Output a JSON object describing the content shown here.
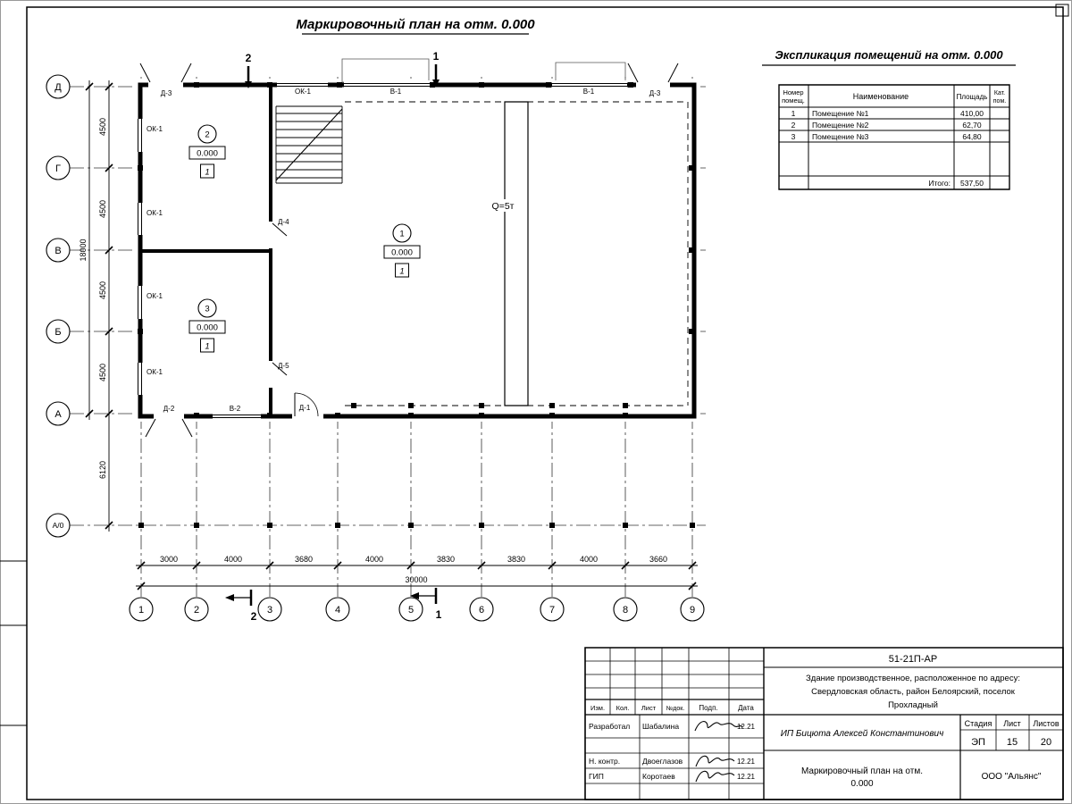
{
  "sheet": {
    "plan_title": "Маркировочный план на отм. 0.000",
    "expl_title": "Экспликация помещений на отм. 0.000"
  },
  "expl_table": {
    "headers": {
      "num1": "Номер",
      "num2": "помещ.",
      "name": "Наименование",
      "area": "Площадь",
      "cat1": "Кат.",
      "cat2": "пом."
    },
    "rows": [
      {
        "num": "1",
        "name": "Помещение №1",
        "area": "410,00"
      },
      {
        "num": "2",
        "name": "Помещение №2",
        "area": "62,70"
      },
      {
        "num": "3",
        "name": "Помещение №3",
        "area": "64,80"
      }
    ],
    "total_label": "Итого:",
    "total_value": "537,50"
  },
  "plan": {
    "axes_h": [
      "Д",
      "Г",
      "В",
      "Б",
      "А",
      "А/0"
    ],
    "axes_v": [
      "1",
      "2",
      "3",
      "4",
      "5",
      "6",
      "7",
      "8",
      "9"
    ],
    "dims_left": [
      "4500",
      "4500",
      "4500",
      "4500",
      "6120"
    ],
    "dim_left_total": "18000",
    "dims_bottom": [
      "3000",
      "4000",
      "3680",
      "4000",
      "3830",
      "3830",
      "4000",
      "3660"
    ],
    "dim_bottom_total": "30000",
    "rooms": [
      {
        "num": "1",
        "elev": "0.000",
        "cat": "1"
      },
      {
        "num": "2",
        "elev": "0.000",
        "cat": "1"
      },
      {
        "num": "3",
        "elev": "0.000",
        "cat": "1"
      }
    ],
    "labels": {
      "ok1": "ОК-1",
      "v1": "В-1",
      "v2": "В-2",
      "d1": "Д-1",
      "d2": "Д-2",
      "d3": "Д-3",
      "d4": "Д-4",
      "d5": "Д-5",
      "crane": "Q=5т"
    },
    "sections": {
      "s1": "1",
      "s2": "2"
    }
  },
  "title_block": {
    "doc_number": "51-21П-АР",
    "object_line1": "Здание производственное, расположенное по адресу:",
    "object_line2": "Свердловская область, район Белоярский, поселок",
    "object_line3": "Прохладный",
    "client": "ИП Бицюта Алексей Константинович",
    "sheet_title_line1": "Маркировочный план на отм.",
    "sheet_title_line2": "0.000",
    "company": "ООО \"Альянс\"",
    "stage_label": "Стадия",
    "sheet_label": "Лист",
    "sheets_label": "Листов",
    "stage": "ЭП",
    "sheet_num": "15",
    "sheets_total": "20",
    "cols": {
      "izm": "Изм.",
      "kol": "Кол.",
      "list": "Лист",
      "ndok": "№док.",
      "podp": "Подп.",
      "data": "Дата"
    },
    "rows": [
      {
        "role": "Разработал",
        "name": "Шабалина",
        "date": "12.21"
      },
      {
        "role": "Н. контр.",
        "name": "Двоеглазов",
        "date": "12.21"
      },
      {
        "role": "ГИП",
        "name": "Коротаев",
        "date": "12.21"
      }
    ]
  }
}
